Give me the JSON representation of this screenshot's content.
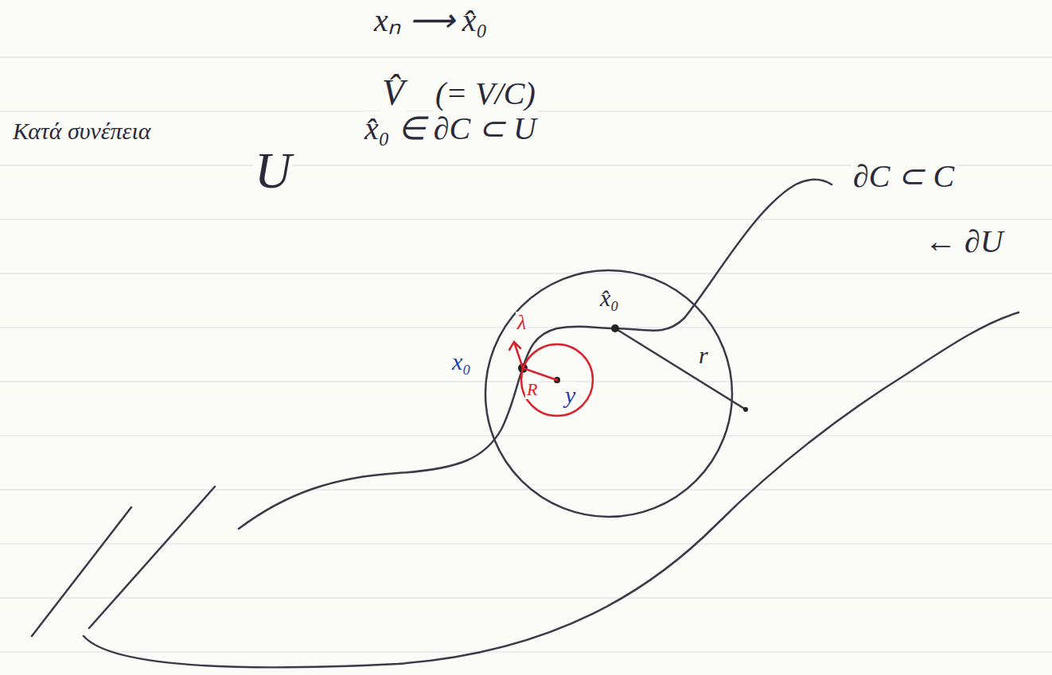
{
  "diagram": {
    "labels": [
      "xₙ ⟶ x̂₀",
      "V̂",
      "(= V/C)",
      "Κατά συνέπεια",
      "x̂₀ ∈ ∂C ⊂ U",
      "∂C ⊂ C",
      "U",
      "x̂₀",
      "r",
      "λ",
      "x₀",
      "R",
      "y",
      "← ∂U"
    ]
  }
}
